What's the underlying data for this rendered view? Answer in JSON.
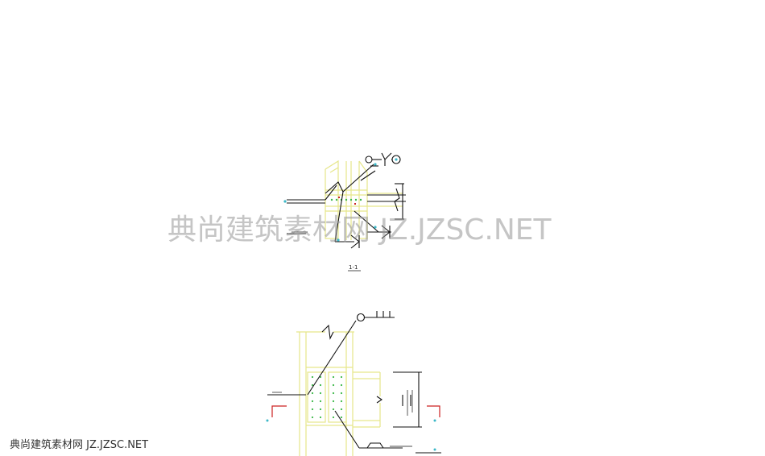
{
  "section_label": "1-1",
  "watermark": {
    "main": "典尚建筑素材网 JZ.JZSC.NET",
    "corner": "典尚建筑素材网 JZ.JZSC.NET"
  },
  "colors": {
    "steel": "#e6e68a",
    "annotation": "#111111",
    "marker": "#cc2222",
    "dot": "#3cb8c8"
  }
}
